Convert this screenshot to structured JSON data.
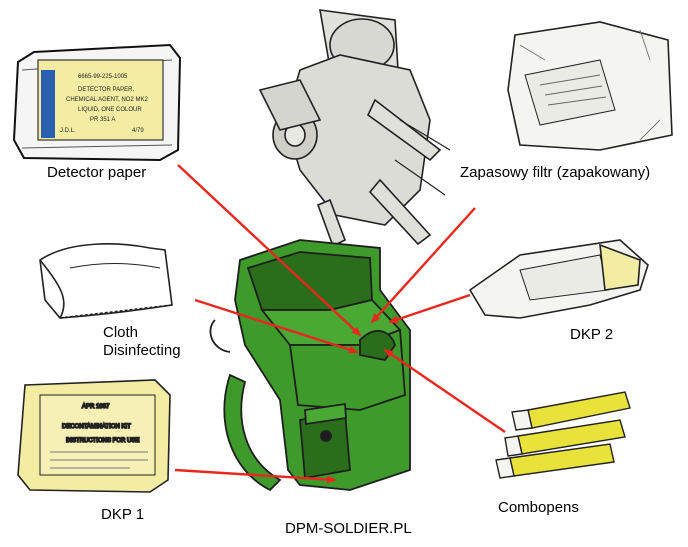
{
  "labels": {
    "detector_paper": "Detector paper",
    "spare_filter": "Zapasowy filtr (zapakowany)",
    "cloth_line1": "Cloth",
    "cloth_line2": "Disinfecting",
    "dkp2": "DKP 2",
    "dkp1": "DKP 1",
    "combopens": "Combopens",
    "watermark": "DPM-SOLDIER.PL"
  },
  "detector_packet": {
    "line1": "6665-99-225-1005",
    "line2": "DETECTOR PAPER,",
    "line3": "CHEMICAL AGENT, NO2 MK2",
    "line4": "LIQUID, ONE COLOUR",
    "line5": "PR 351 A",
    "line6": "J.D.L.",
    "line7": "4/79"
  },
  "dkp1_packet": {
    "line1": "APR 1987",
    "line2": "DECONTAMINATION KIT",
    "line3": "INSTRUCTIONS FOR USE"
  },
  "colors": {
    "bag_green": "#3f9a2c",
    "bag_dark": "#2a6e1c",
    "arrow_red": "#e8281e",
    "packet_yellow": "#f3eda4",
    "pen_yellow": "#e9e23a",
    "detector_blue": "#2a5fb0"
  }
}
